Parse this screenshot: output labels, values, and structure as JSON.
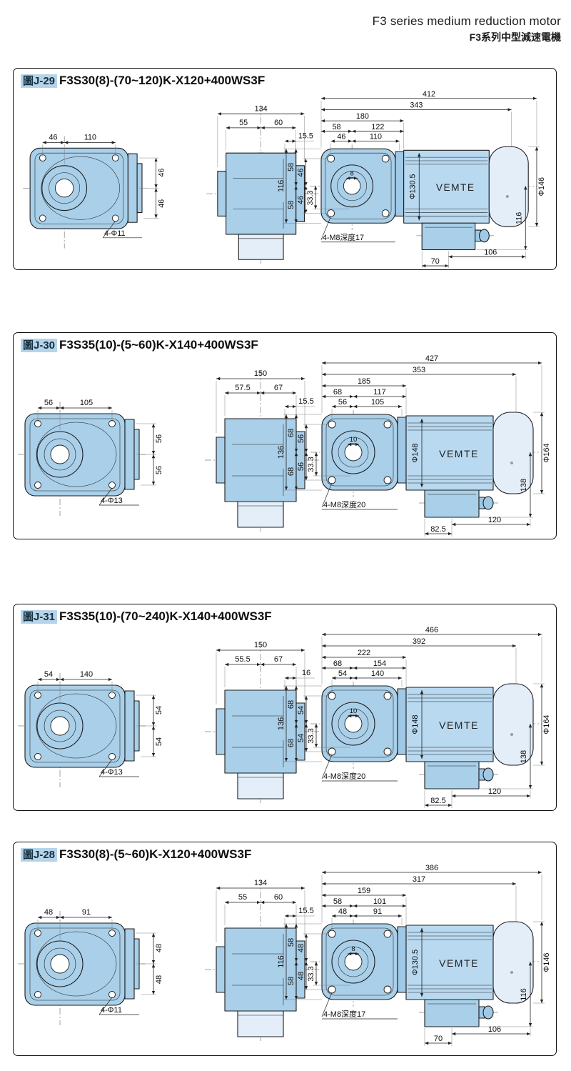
{
  "header": {
    "title_en": "F3 series medium reduction motor",
    "title_zh": "F3系列中型減速電機"
  },
  "colors": {
    "housing_fill": "#a9cfe9",
    "circle_fill": "#cfe3f4",
    "endcap_fill": "#e4eef9",
    "tag_highlight": "#b5d4ea"
  },
  "panels": [
    {
      "tag": "圖J-29",
      "model": "F3S30(8)-(70~120)K-X120+400WS3F",
      "front": {
        "d1": "46",
        "d2": "110",
        "v1": "46",
        "v2": "46",
        "note": "4-Φ11"
      },
      "mid": {
        "total": "134",
        "a": "55",
        "b": "60",
        "shaft_len": "15.5"
      },
      "main": {
        "L_total": "412",
        "L_motor": "343",
        "L_gear": "180",
        "L_a": "58",
        "L_b": "122",
        "L_c": "46",
        "L_d": "110",
        "shaft_dia": "8",
        "H_total": "116",
        "H_a": "58",
        "H_b": "58",
        "H_c": "46",
        "H_d": "46",
        "H_shaft": "33.3",
        "motor_dia": "Φ130.5",
        "brand": "VEMTE",
        "fan_dia": "Φ146",
        "H_right": "116",
        "bolt_note": "4-M8深度17",
        "box_a": "106",
        "box_b": "70"
      }
    },
    {
      "tag": "圖J-30",
      "model": "F3S35(10)-(5~60)K-X140+400WS3F",
      "front": {
        "d1": "56",
        "d2": "105",
        "v1": "56",
        "v2": "56",
        "note": "4-Φ13"
      },
      "mid": {
        "total": "150",
        "a": "57.5",
        "b": "67",
        "shaft_len": "15.5"
      },
      "main": {
        "L_total": "427",
        "L_motor": "353",
        "L_gear": "185",
        "L_a": "68",
        "L_b": "117",
        "L_c": "56",
        "L_d": "105",
        "shaft_dia": "10",
        "H_total": "136",
        "H_a": "68",
        "H_b": "68",
        "H_c": "56",
        "H_d": "56",
        "H_shaft": "33.3",
        "motor_dia": "Φ148",
        "brand": "VEMTE",
        "fan_dia": "Φ164",
        "H_right": "138",
        "bolt_note": "4-M8深度20",
        "box_a": "120",
        "box_b": "82.5"
      }
    },
    {
      "tag": "圖J-31",
      "model": "F3S35(10)-(70~240)K-X140+400WS3F",
      "front": {
        "d1": "54",
        "d2": "140",
        "v1": "54",
        "v2": "54",
        "note": "4-Φ13"
      },
      "mid": {
        "total": "150",
        "a": "55.5",
        "b": "67",
        "shaft_len": "16"
      },
      "main": {
        "L_total": "466",
        "L_motor": "392",
        "L_gear": "222",
        "L_a": "68",
        "L_b": "154",
        "L_c": "54",
        "L_d": "140",
        "shaft_dia": "10",
        "H_total": "136",
        "H_a": "68",
        "H_b": "68",
        "H_c": "54",
        "H_d": "54",
        "H_shaft": "33.3",
        "motor_dia": "Φ148",
        "brand": "VEMTE",
        "fan_dia": "Φ164",
        "H_right": "138",
        "bolt_note": "4-M8深度20",
        "box_a": "120",
        "box_b": "82.5"
      }
    },
    {
      "tag": "圖J-28",
      "model": "F3S30(8)-(5~60)K-X120+400WS3F",
      "front": {
        "d1": "48",
        "d2": "91",
        "v1": "48",
        "v2": "48",
        "note": "4-Φ11"
      },
      "mid": {
        "total": "134",
        "a": "55",
        "b": "60",
        "shaft_len": "15.5"
      },
      "main": {
        "L_total": "386",
        "L_motor": "317",
        "L_gear": "159",
        "L_a": "58",
        "L_b": "101",
        "L_c": "48",
        "L_d": "91",
        "shaft_dia": "8",
        "H_total": "116",
        "H_a": "58",
        "H_b": "58",
        "H_c": "48",
        "H_d": "48",
        "H_shaft": "33.3",
        "motor_dia": "Φ130.5",
        "brand": "VEMTE",
        "fan_dia": "Φ146",
        "H_right": "116",
        "bolt_note": "4-M8深度17",
        "box_a": "106",
        "box_b": "70"
      }
    }
  ]
}
